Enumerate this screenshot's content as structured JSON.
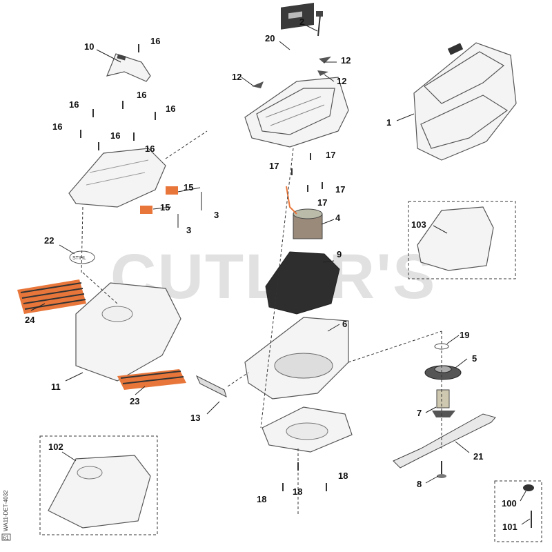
{
  "watermark": "CUTLER'S",
  "side_code": "WA11-DET-4032",
  "side_code_box": "61",
  "colors": {
    "accent": "#e8763a",
    "stripe_dark": "#333333",
    "line": "#222222"
  },
  "labels": {
    "l1": "1",
    "l2": "2",
    "l3a": "3",
    "l3b": "3",
    "l4": "4",
    "l5": "5",
    "l6": "6",
    "l7": "7",
    "l8": "8",
    "l9": "9",
    "l10": "10",
    "l11": "11",
    "l12a": "12",
    "l12b": "12",
    "l12c": "12",
    "l13": "13",
    "l15a": "15",
    "l15b": "15",
    "l16a": "16",
    "l16b": "16",
    "l16c": "16",
    "l16d": "16",
    "l16e": "16",
    "l16f": "16",
    "l16g": "16",
    "l17a": "17",
    "l17b": "17",
    "l17c": "17",
    "l17d": "17",
    "l18a": "18",
    "l18b": "18",
    "l18c": "18",
    "l19": "19",
    "l20": "20",
    "l21": "21",
    "l22": "22",
    "l23": "23",
    "l24": "24",
    "l100": "100",
    "l101": "101",
    "l102": "102",
    "l103": "103"
  }
}
